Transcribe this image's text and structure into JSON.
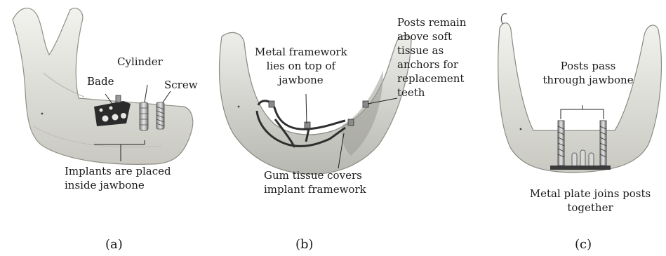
{
  "panel_a": {
    "labels": {
      "cylinder": "Cylinder",
      "bade": "Bade",
      "screw": "Screw",
      "implants_line1": "Implants are placed",
      "implants_line2": "inside jawbone"
    },
    "caption": "(a)"
  },
  "panel_b": {
    "labels": {
      "metal_line1": "Metal framework",
      "metal_line2": "lies on top of",
      "metal_line3": "jawbone",
      "posts_line1": "Posts remain",
      "posts_line2": "above soft",
      "posts_line3": "tissue as",
      "posts_line4": "anchors for",
      "posts_line5": "replacement",
      "posts_line6": "teeth",
      "gum_line1": "Gum tissue covers",
      "gum_line2": "implant framework"
    },
    "caption": "(b)"
  },
  "panel_c": {
    "labels": {
      "pass_line1": "Posts pass",
      "pass_line2": "through jawbone",
      "plate_line1": "Metal plate joins posts",
      "plate_line2": "together"
    },
    "caption": "(c)"
  }
}
